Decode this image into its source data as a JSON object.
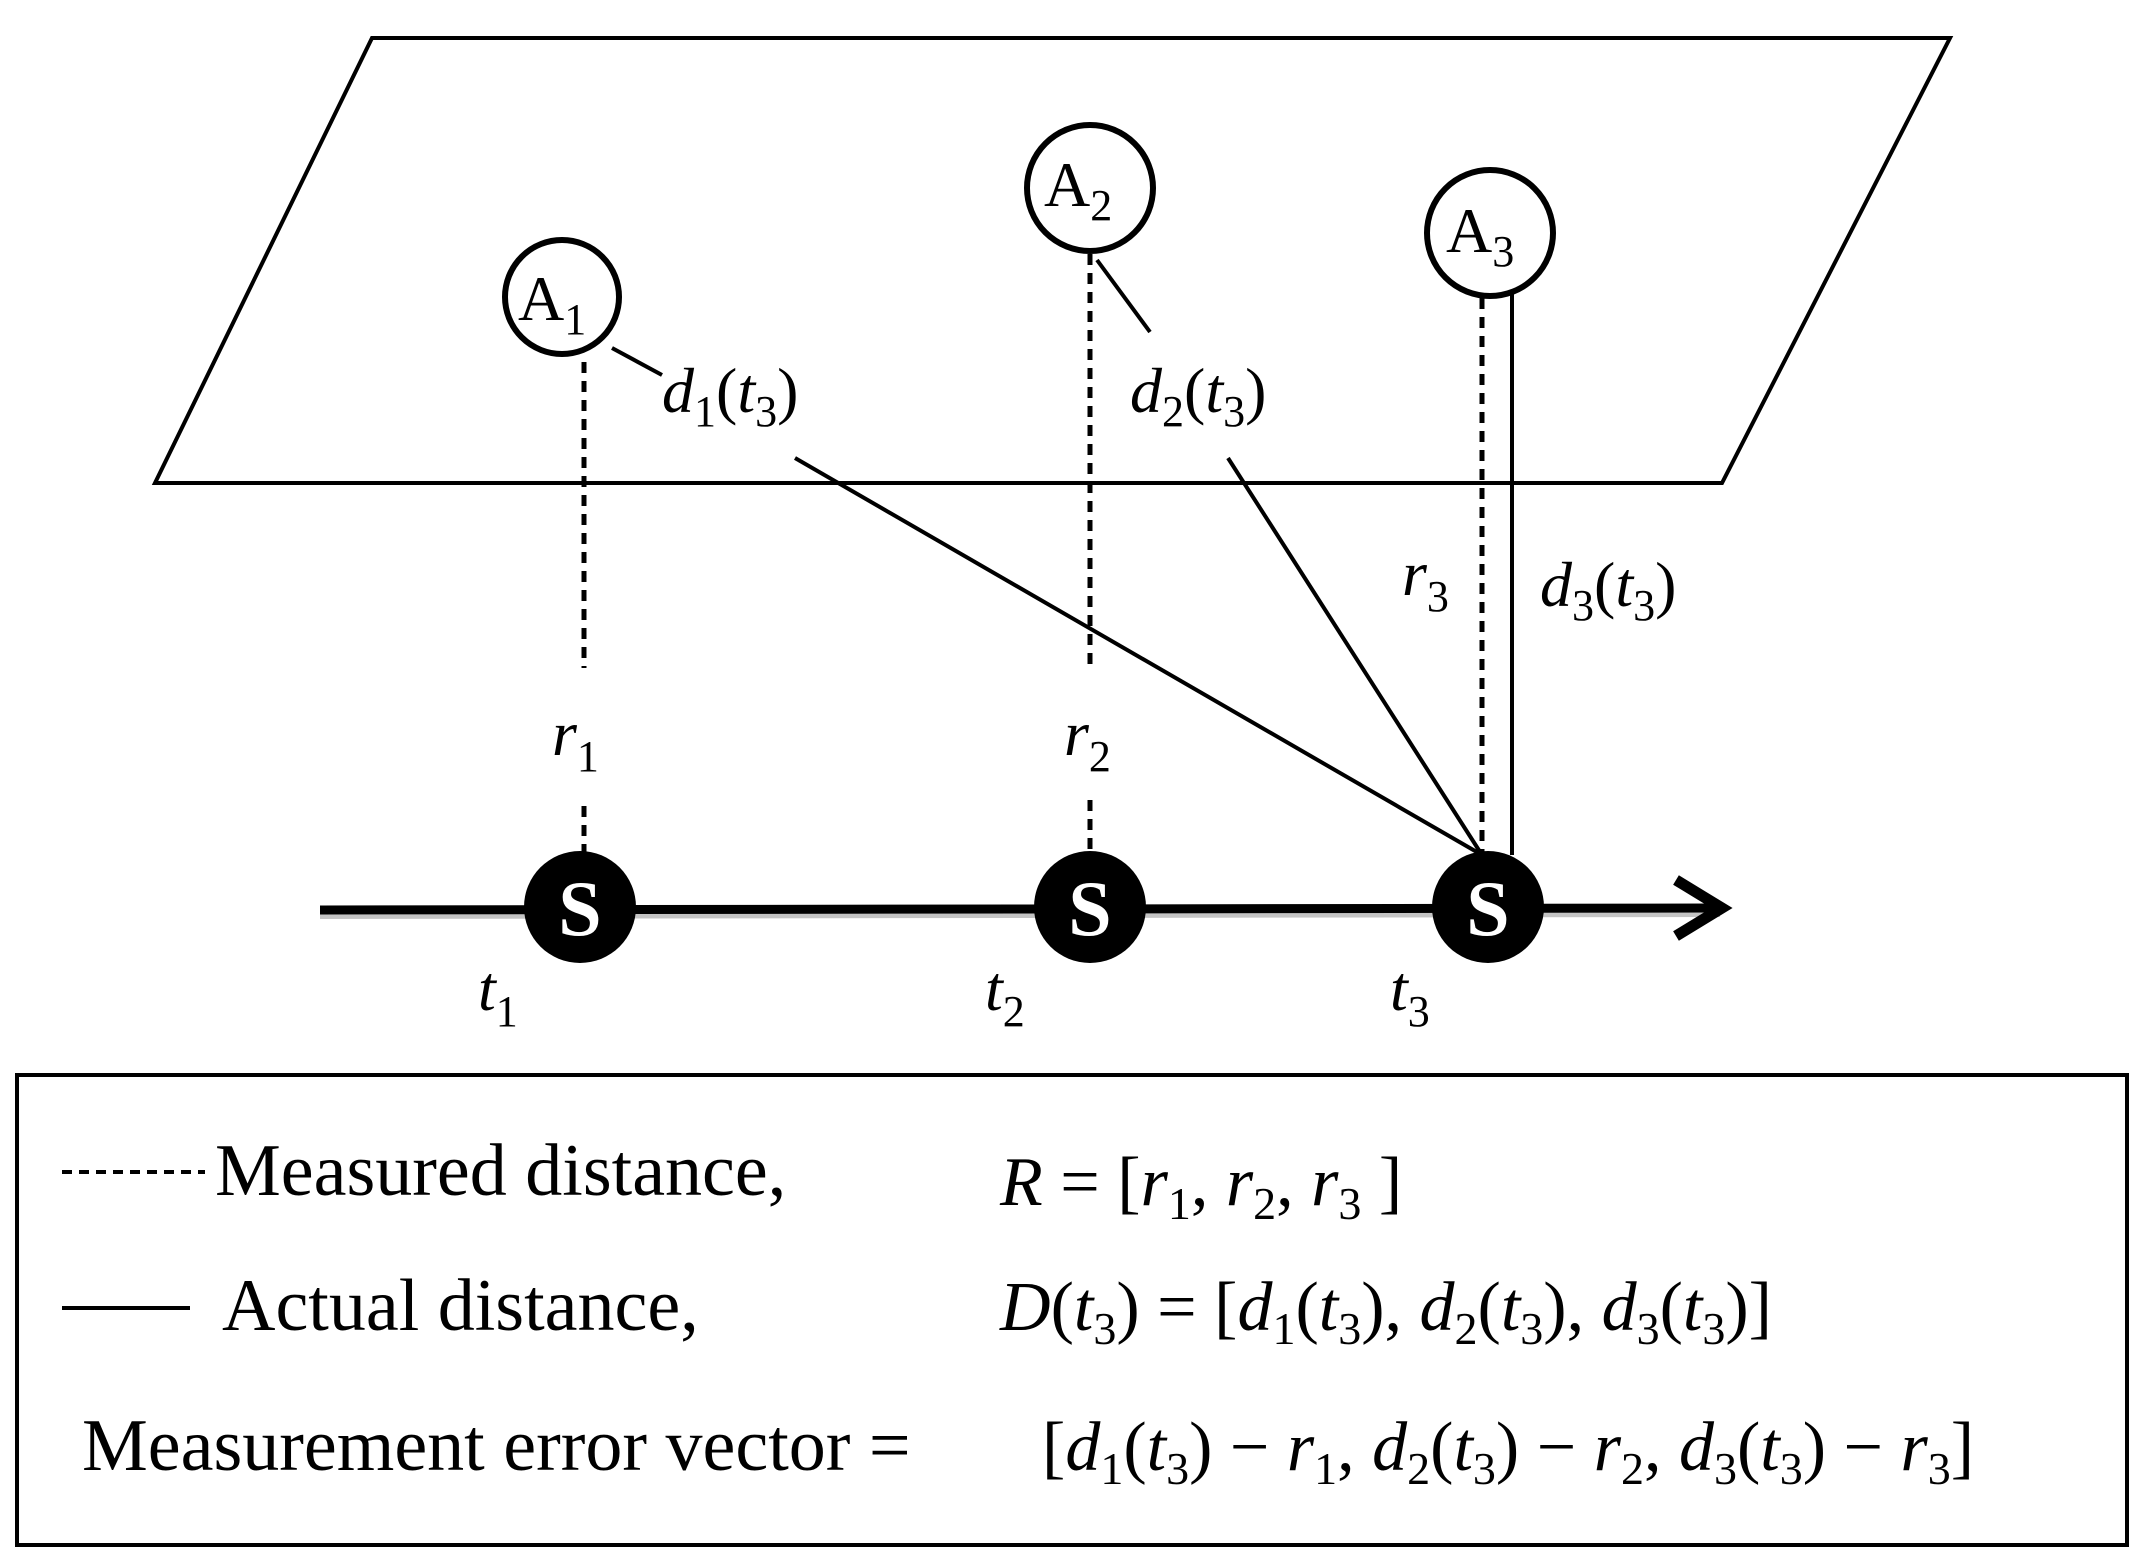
{
  "anchors": [
    {
      "label": "A",
      "sub": "1"
    },
    {
      "label": "A",
      "sub": "2"
    },
    {
      "label": "A",
      "sub": "3"
    }
  ],
  "sensor_label": "S",
  "times": [
    {
      "label": "t",
      "sub": "1"
    },
    {
      "label": "t",
      "sub": "2"
    },
    {
      "label": "t",
      "sub": "3"
    }
  ],
  "measured": [
    {
      "label": "r",
      "sub": "1"
    },
    {
      "label": "r",
      "sub": "2"
    },
    {
      "label": "r",
      "sub": "3"
    }
  ],
  "actual": [
    {
      "d": "d",
      "dsub": "1",
      "t": "t",
      "tsub": "3"
    },
    {
      "d": "d",
      "dsub": "2",
      "t": "t",
      "tsub": "3"
    },
    {
      "d": "d",
      "dsub": "3",
      "t": "t",
      "tsub": "3"
    }
  ],
  "legend": {
    "measured_text": "Measured distance,",
    "actual_text": "Actual distance,",
    "error_text": "Measurement error vector ="
  }
}
